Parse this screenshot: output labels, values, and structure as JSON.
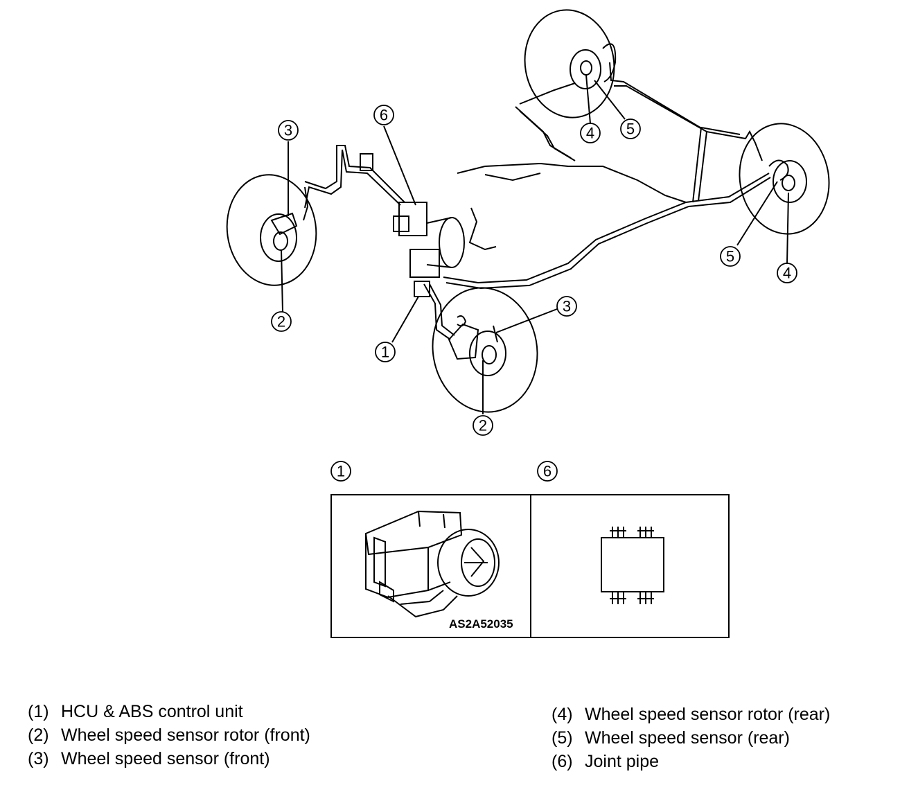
{
  "callouts": {
    "hcu": "1",
    "rotor_front": "2",
    "sensor_front": "3",
    "rotor_rear": "4",
    "sensor_rear": "5",
    "joint_pipe": "6"
  },
  "figure_code": "AS2A52035",
  "legend": {
    "left": [
      {
        "num": "(1)",
        "text": "HCU & ABS control unit"
      },
      {
        "num": "(2)",
        "text": "Wheel speed sensor rotor (front)"
      },
      {
        "num": "(3)",
        "text": "Wheel speed sensor (front)"
      }
    ],
    "right": [
      {
        "num": "(4)",
        "text": "Wheel speed sensor rotor (rear)"
      },
      {
        "num": "(5)",
        "text": "Wheel speed sensor (rear)"
      },
      {
        "num": "(6)",
        "text": "Joint pipe"
      }
    ]
  }
}
